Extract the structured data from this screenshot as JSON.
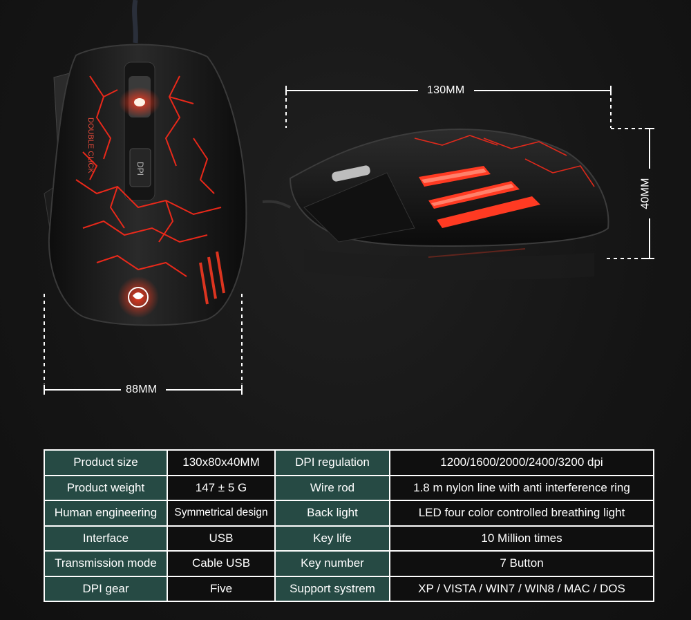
{
  "dimensions": {
    "length": "130MM",
    "height": "40MM",
    "width": "88MM"
  },
  "mouse_top_view": {
    "side_text": "DOUBLE CLICK",
    "dpi_badge": "DPI"
  },
  "specs": [
    {
      "label": "Product size",
      "value": "130x80x40MM",
      "label2": "DPI regulation",
      "value2": "1200/1600/2000/2400/3200 dpi"
    },
    {
      "label": "Product weight",
      "value": "147 ± 5 G",
      "label2": "Wire rod",
      "value2": "1.8 m nylon line with anti interference ring"
    },
    {
      "label": "Human engineering",
      "value": "Symmetrical design",
      "label2": "Back light",
      "value2": "LED four color controlled breathing light"
    },
    {
      "label": "Interface",
      "value": "USB",
      "label2": "Key life",
      "value2": "10 Million times"
    },
    {
      "label": "Transmission mode",
      "value": "Cable USB",
      "label2": "Key number",
      "value2": "7 Button"
    },
    {
      "label": "DPI gear",
      "value": "Five",
      "label2": "Support systrem",
      "value2": "XP / VISTA / WIN7 / WIN8 / MAC / DOS"
    }
  ],
  "colors": {
    "label_bg": "#264a44",
    "value_bg": "#0f0f0f",
    "accent_red": "#ff2a1a"
  }
}
